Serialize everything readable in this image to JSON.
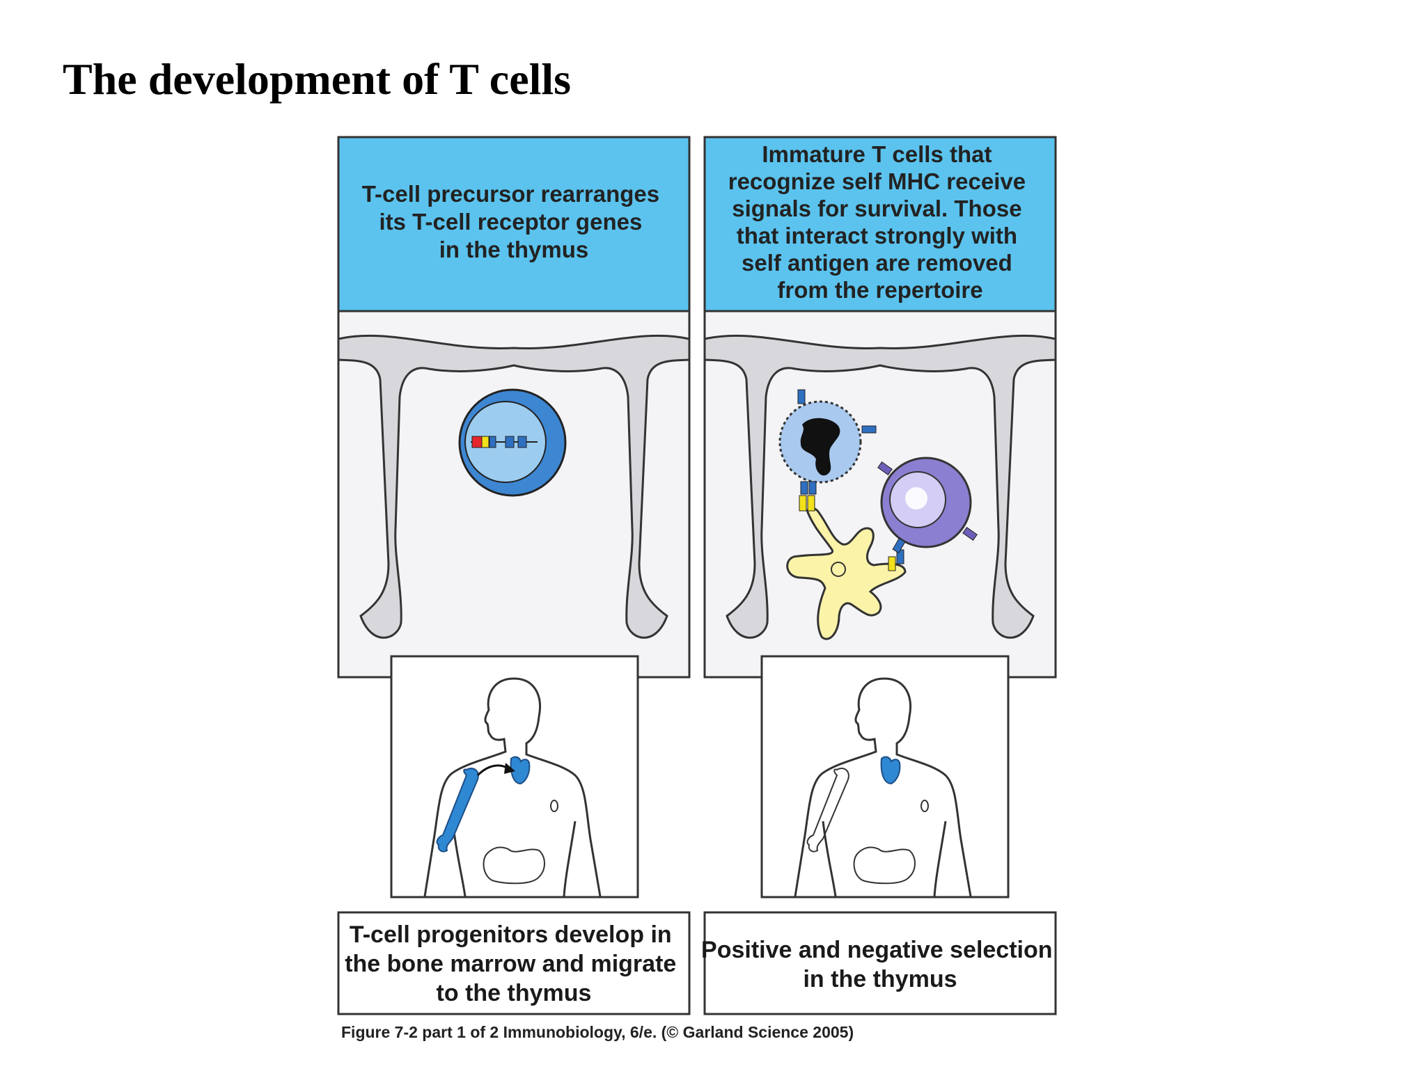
{
  "title": "The development of T cells",
  "panels": {
    "left_top": [
      "T-cell precursor rearranges",
      "its T-cell receptor genes",
      "in the thymus"
    ],
    "right_top": [
      "Immature T cells that",
      "recognize self MHC receive",
      "signals for survival. Those",
      "that interact strongly with",
      "self antigen are removed",
      "from the repertoire"
    ],
    "left_bottom": [
      "T-cell progenitors develop in",
      "the bone marrow and migrate",
      "to the thymus"
    ],
    "right_bottom": [
      "Positive and negative selection",
      "in the thymus"
    ]
  },
  "figure_caption": "Figure 7-2 part 1 of 2  Immunobiology, 6/e. (© Garland Science 2005)",
  "colors": {
    "header_blue": "#5bc3ee",
    "cell_blue": "#3d86d2",
    "cell_light_blue": "#9ccdf0",
    "thymus_blue": "#2f88d2",
    "epithelium_gray": "#d8d8dc",
    "dendritic_yellow": "#fbf3a8",
    "macrophage_purple": "#8a7fd0",
    "apoptotic_blue": "#a9c9ee"
  },
  "icons": [
    "t-cell-precursor-icon",
    "tcr-gene-segments-icon",
    "apoptotic-cell-icon",
    "dendritic-cell-icon",
    "macrophage-icon",
    "human-body-icon",
    "thymus-icon",
    "bone-marrow-icon",
    "migration-arrow-icon"
  ]
}
